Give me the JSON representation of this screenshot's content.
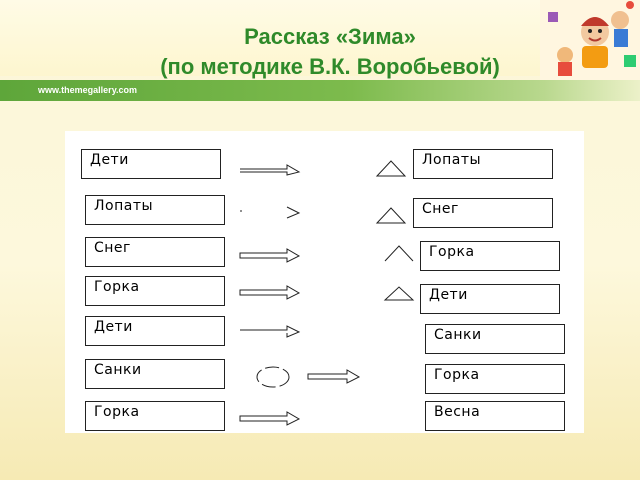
{
  "title": {
    "line1": "Рассказ «Зима»",
    "line2": "(по методике В.К. Воробьевой)"
  },
  "website": "www.themegallery.com",
  "left_words": [
    "Дети",
    "Лопаты",
    "Снег",
    "Горка",
    "Дети",
    "Санки",
    "Горка"
  ],
  "right_words": [
    "Лопаты",
    "Снег",
    "Горка",
    "Дети",
    "Санки",
    "Горка",
    "Весна"
  ]
}
